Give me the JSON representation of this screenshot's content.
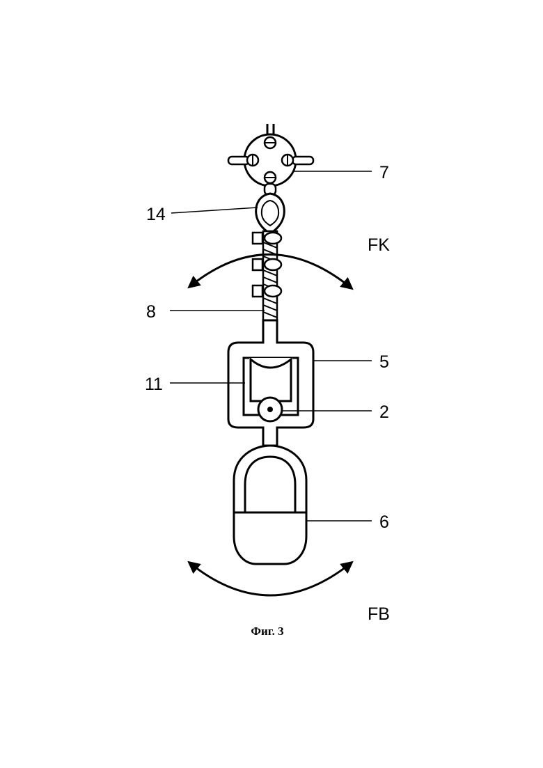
{
  "labels": {
    "hub": "7",
    "thimble": "14",
    "rope": "8",
    "frame": "5",
    "roller": "11",
    "pivot": "2",
    "weight": "6",
    "force_upper": "FK",
    "force_lower": "FB"
  },
  "caption": "Фиг. 3"
}
